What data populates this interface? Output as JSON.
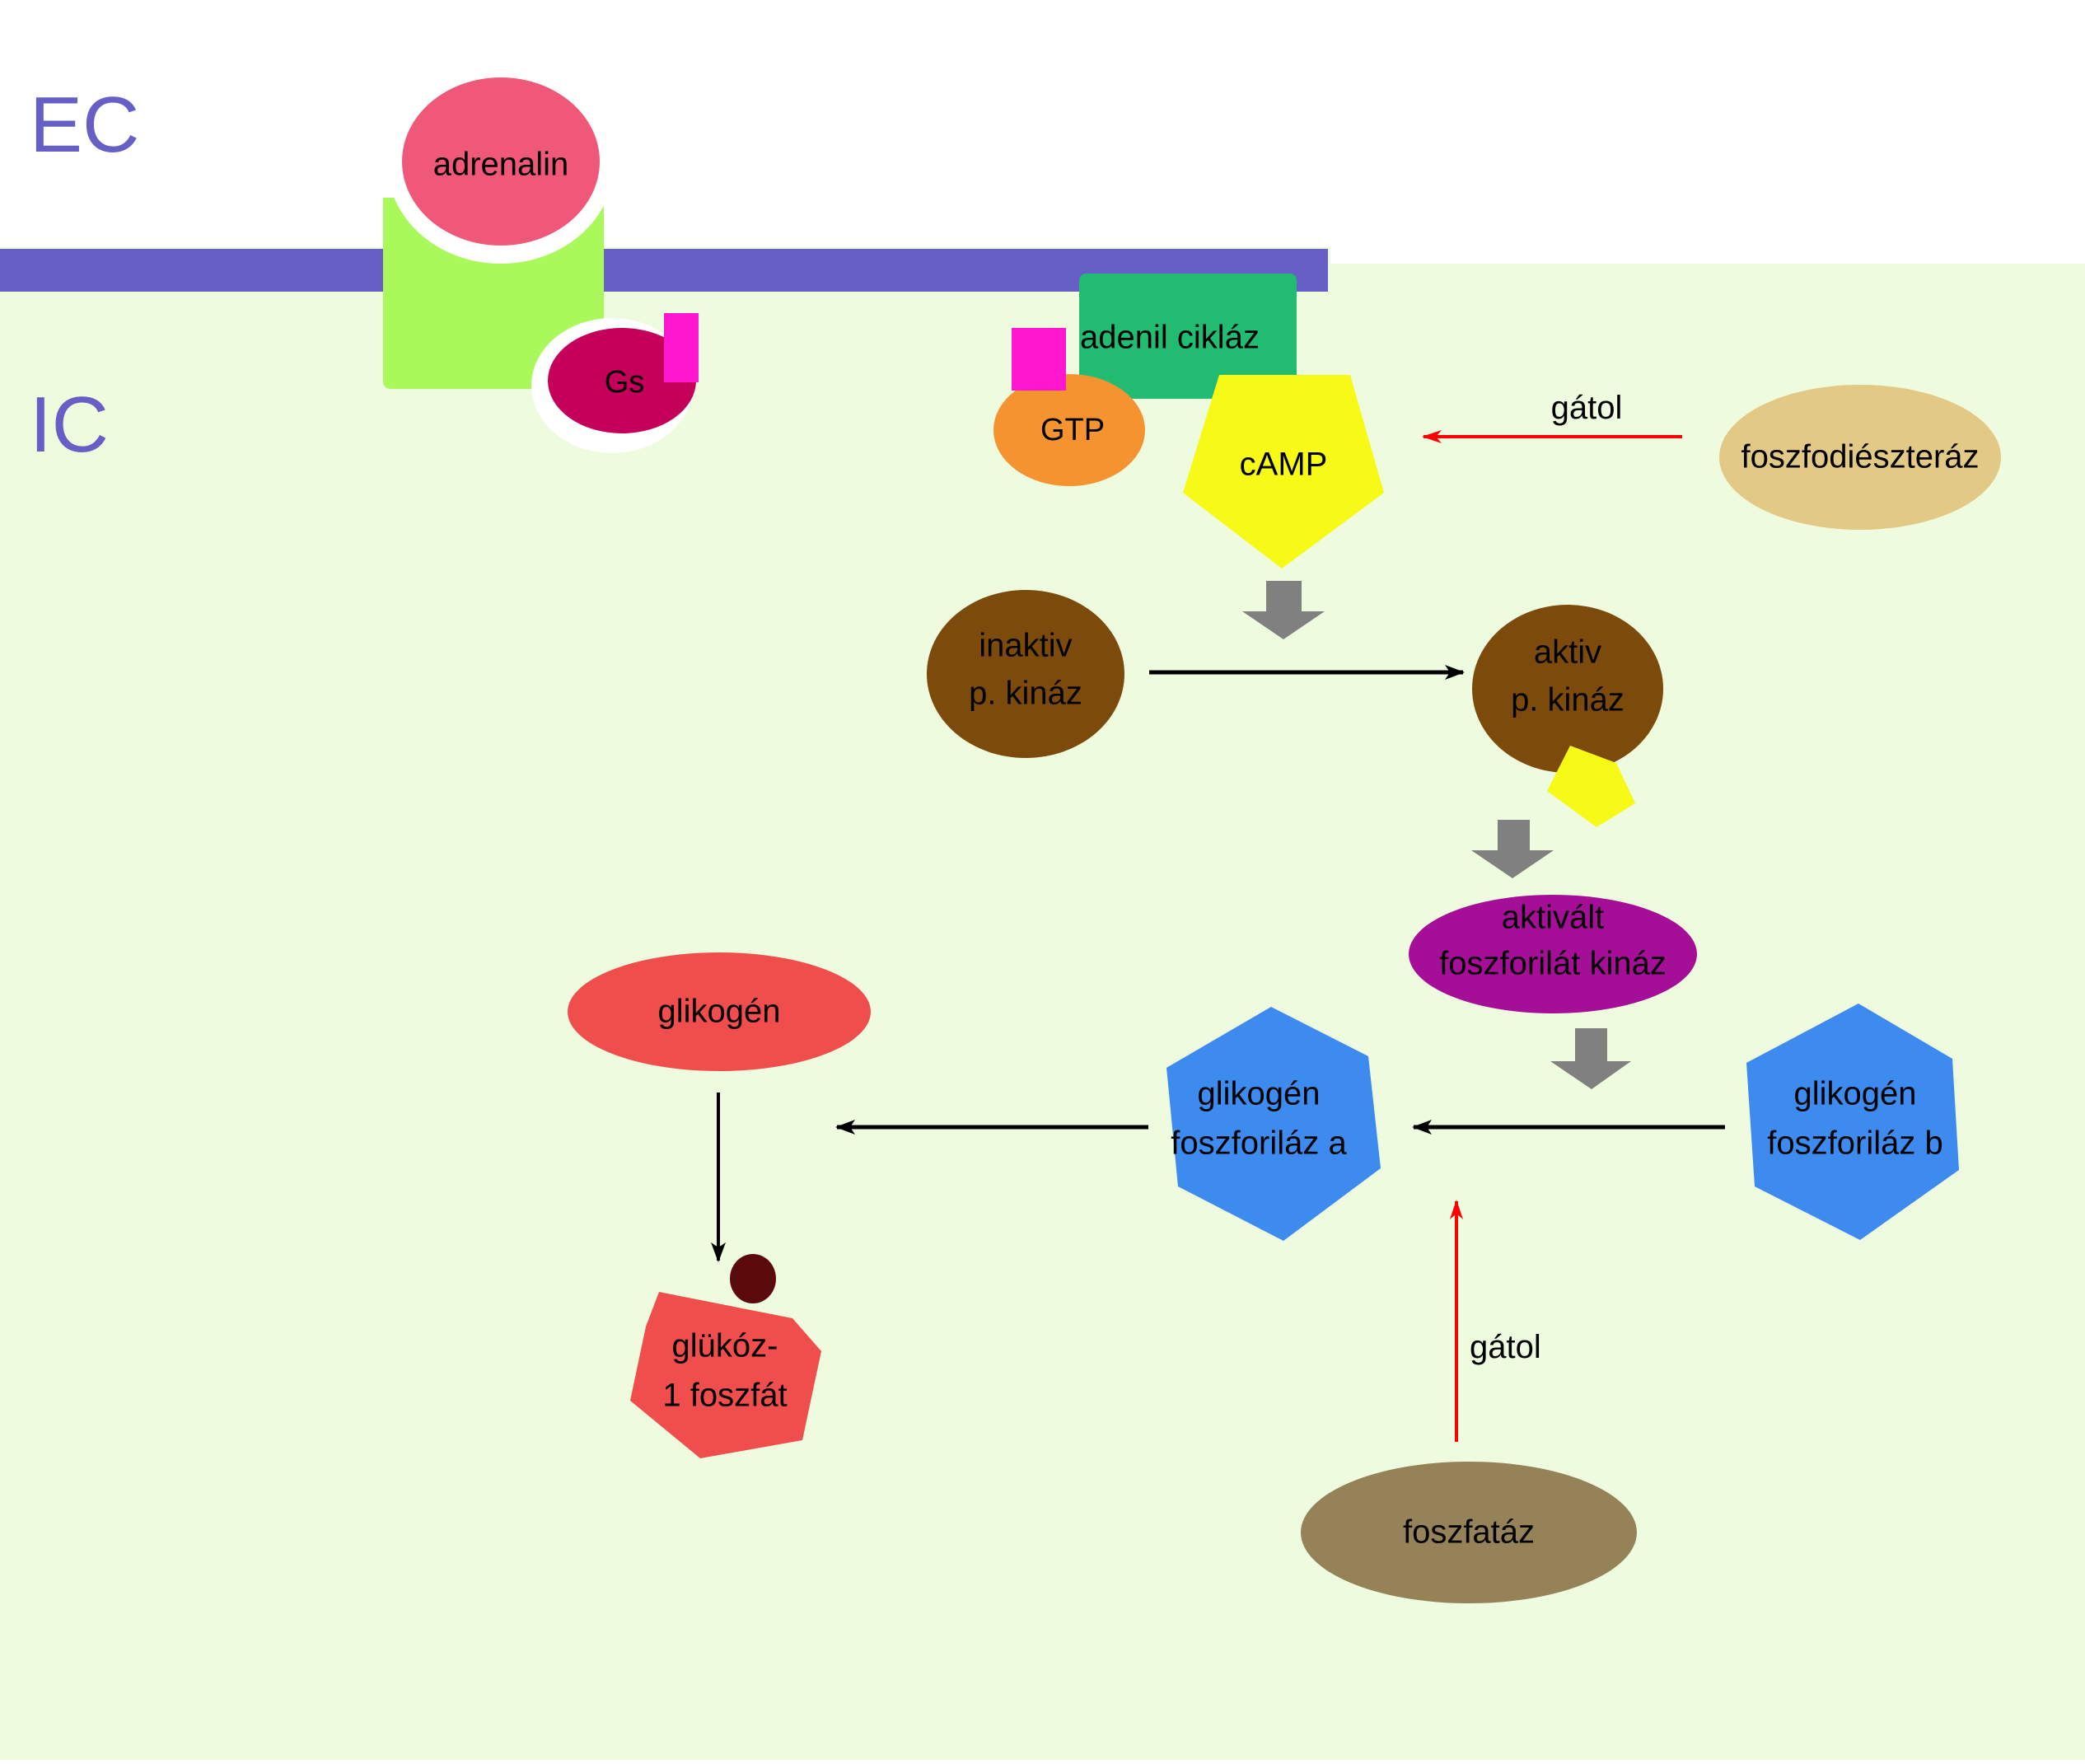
{
  "regions": {
    "extracellular": "EC",
    "intracellular": "IC"
  },
  "nodes": {
    "adrenalin": "adrenalin",
    "gs": "Gs",
    "adenylyl_cyclase": "adenil cikláz",
    "gtp": "GTP",
    "camp": "cAMP",
    "phosphodiesterase": "foszfodiészteráz",
    "inactive_pka": [
      "inaktiv",
      "p. kináz"
    ],
    "active_pka": [
      "aktiv",
      "p. kináz"
    ],
    "phosphorylase_kinase": [
      "aktivált",
      "foszforilát kináz"
    ],
    "glycogen": "glikogén",
    "phosphorylase_a": [
      "glikogén",
      "foszforiláz a"
    ],
    "phosphorylase_b": [
      "glikogén",
      "foszforiláz b"
    ],
    "glucose_1_phosphate": [
      "glükóz-",
      "1 foszfát"
    ],
    "phosphatase": "foszfatáz"
  },
  "edges": {
    "inhibits_camp": "gátol",
    "inhibits_phosphorylase_a": "gátol"
  },
  "colors": {
    "ic_background": "#eefbdf",
    "membrane": "#6660c6",
    "region_label": "#6660c6",
    "receptor": "#a9f95b",
    "adrenalin": "#ef5878",
    "gs": "#c4005b",
    "gtp_tag": "#ff16cf",
    "adenylyl_cyclase": "#22bb72",
    "gtp": "#f59330",
    "camp": "#f6fa16",
    "phosphodiesterase": "#e2c986",
    "pka": "#7c4b0c",
    "phosphorylase_kinase": "#a50f97",
    "phosphorylase": "#3d8bee",
    "glycogen": "#ef4e4d",
    "phosphate_dot": "#5a0a0a",
    "phosphatase": "#968258",
    "step_arrow": "#808080",
    "reaction_arrow": "#000000",
    "inhibition_arrow": "#ff0000"
  }
}
